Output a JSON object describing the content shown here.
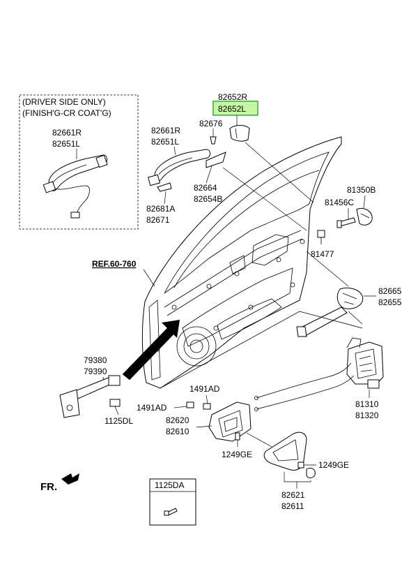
{
  "inset": {
    "line1": "(DRIVER SIDE ONLY)",
    "line2": "(FINISH'G-CR COAT'G)",
    "part_r": "82661R",
    "part_l": "82651L"
  },
  "labels": {
    "p82652R": "82652R",
    "p82652L": "82652L",
    "p82676": "82676",
    "p82661R": "82661R",
    "p82651L": "82651L",
    "p82664": "82664",
    "p82654B": "82654B",
    "p82681A": "82681A",
    "p82671": "82671",
    "p81350B": "81350B",
    "p81456C": "81456C",
    "p81477": "81477",
    "ref": "REF.60-760",
    "p82665": "82665",
    "p82655": "82655",
    "p79380": "79380",
    "p79390": "79390",
    "p1125DL": "1125DL",
    "p1491AD_top": "1491AD",
    "p1491AD_left": "1491AD",
    "p82620": "82620",
    "p82610": "82610",
    "p1249GE_left": "1249GE",
    "p1249GE_right": "1249GE",
    "p81310": "81310",
    "p81320": "81320",
    "p82621": "82621",
    "p82611": "82611",
    "p1125DA": "1125DA",
    "fr": "FR."
  },
  "colors": {
    "highlight_fill": "#c6f7a2",
    "highlight_stroke": "#2ea62e"
  }
}
